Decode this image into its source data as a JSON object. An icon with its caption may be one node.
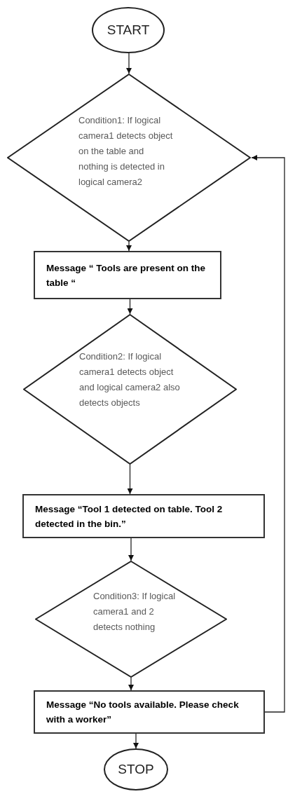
{
  "diagram": {
    "nodes": [
      {
        "text": [
          "START"
        ]
      },
      {
        "text": [
          "Condition1: If logical camera1 detects object on the table and nothing is detected in logical camera2"
        ]
      },
      {
        "text": [
          "Message “ Tools are present on the table “"
        ]
      },
      {
        "text": [
          "Condition2: If logical camera1 detects object and logical camera2 also detects objects"
        ]
      },
      {
        "text": [
          "Message “Tool 1 detected on table. Tool 2 detected in the bin.”"
        ]
      },
      {
        "text": [
          "Condition3: If logical camera1 and 2 detects nothing"
        ]
      },
      {
        "text": [
          "Message “No tools available. Please check with a worker”"
        ]
      },
      {
        "text": [
          "STOP"
        ]
      }
    ],
    "edges": [
      {
        "from": 0,
        "to": 1,
        "arrow": "to"
      },
      {
        "from": 1,
        "to": 2,
        "arrow": "to"
      },
      {
        "from": 2,
        "to": 3,
        "arrow": "to"
      },
      {
        "from": 3,
        "to": 4,
        "arrow": "to"
      },
      {
        "from": 4,
        "to": 5,
        "arrow": "to"
      },
      {
        "from": 5,
        "to": 6,
        "arrow": "to"
      },
      {
        "from": 6,
        "to": 7,
        "arrow": "to"
      },
      {
        "from": 6,
        "to": 1,
        "arrow": "to"
      }
    ]
  }
}
